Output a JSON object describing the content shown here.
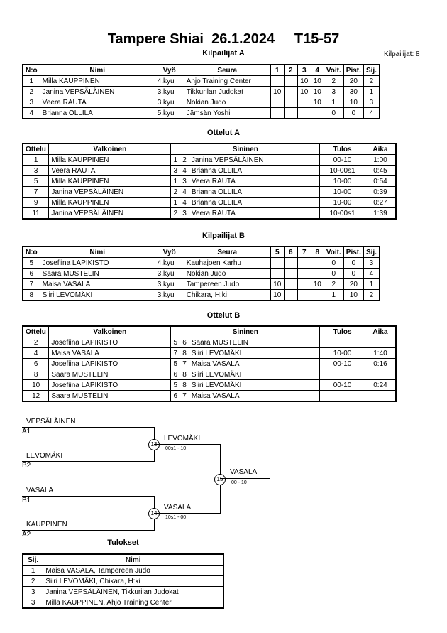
{
  "header": {
    "title": "Tampere Shiai  26.1.2024     T15-57",
    "participants_count": "Kilpailijat: 8"
  },
  "pool_a": {
    "title": "Kilpailijat A",
    "headers": [
      "N:o",
      "Nimi",
      "Vyö",
      "Seura",
      "1",
      "2",
      "3",
      "4",
      "Voit.",
      "Pist.",
      "Sij."
    ],
    "rows": [
      {
        "no": "1",
        "name": "Milla KAUPPINEN",
        "belt": "4.kyu",
        "club": "Ahjo Training Center",
        "s": [
          "",
          "",
          "10",
          "10"
        ],
        "wins": "2",
        "points": "20",
        "place": "2"
      },
      {
        "no": "2",
        "name": "Janina VEPSÄLÄINEN",
        "belt": "3.kyu",
        "club": "Tikkurilan Judokat",
        "s": [
          "10",
          "",
          "10",
          "10"
        ],
        "wins": "3",
        "points": "30",
        "place": "1"
      },
      {
        "no": "3",
        "name": "Veera RAUTA",
        "belt": "3.kyu",
        "club": "Nokian Judo",
        "s": [
          "",
          "",
          "",
          "10"
        ],
        "wins": "1",
        "points": "10",
        "place": "3"
      },
      {
        "no": "4",
        "name": "Brianna OLLILA",
        "belt": "5.kyu",
        "club": "Jämsän Yoshi",
        "s": [
          "",
          "",
          "",
          ""
        ],
        "wins": "0",
        "points": "0",
        "place": "4"
      }
    ]
  },
  "matches_a": {
    "title": "Ottelut A",
    "headers": [
      "Ottelu",
      "Valkoinen",
      "Sininen",
      "Tulos",
      "Aika"
    ],
    "rows": [
      {
        "match": "1",
        "white": "Milla KAUPPINEN",
        "wn": "1",
        "bn": "2",
        "blue": "Janina VEPSÄLÄINEN",
        "result": "00-10",
        "time": "1:00"
      },
      {
        "match": "3",
        "white": "Veera RAUTA",
        "wn": "3",
        "bn": "4",
        "blue": "Brianna OLLILA",
        "result": "10-00s1",
        "time": "0:45"
      },
      {
        "match": "5",
        "white": "Milla KAUPPINEN",
        "wn": "1",
        "bn": "3",
        "blue": "Veera RAUTA",
        "result": "10-00",
        "time": "0:54"
      },
      {
        "match": "7",
        "white": "Janina VEPSÄLÄINEN",
        "wn": "2",
        "bn": "4",
        "blue": "Brianna OLLILA",
        "result": "10-00",
        "time": "0:39"
      },
      {
        "match": "9",
        "white": "Milla KAUPPINEN",
        "wn": "1",
        "bn": "4",
        "blue": "Brianna OLLILA",
        "result": "10-00",
        "time": "0:27"
      },
      {
        "match": "11",
        "white": "Janina VEPSÄLÄINEN",
        "wn": "2",
        "bn": "3",
        "blue": "Veera RAUTA",
        "result": "10-00s1",
        "time": "1:39"
      }
    ]
  },
  "pool_b": {
    "title": "Kilpailijat B",
    "headers": [
      "N:o",
      "Nimi",
      "Vyö",
      "Seura",
      "5",
      "6",
      "7",
      "8",
      "Voit.",
      "Pist.",
      "Sij."
    ],
    "rows": [
      {
        "no": "5",
        "name": "Josefiina LAPIKISTO",
        "belt": "4.kyu",
        "club": "Kauhajoen Karhu",
        "s": [
          "",
          "",
          "",
          ""
        ],
        "wins": "0",
        "points": "0",
        "place": "3",
        "strike": false
      },
      {
        "no": "6",
        "name": "Saara MUSTELIN",
        "belt": "3.kyu",
        "club": "Nokian Judo",
        "s": [
          "",
          "",
          "",
          ""
        ],
        "wins": "0",
        "points": "0",
        "place": "4",
        "strike": true
      },
      {
        "no": "7",
        "name": "Maisa VASALA",
        "belt": "3.kyu",
        "club": "Tampereen Judo",
        "s": [
          "10",
          "",
          "",
          "10"
        ],
        "wins": "2",
        "points": "20",
        "place": "1",
        "strike": false
      },
      {
        "no": "8",
        "name": "Siiri LEVOMÄKI",
        "belt": "3.kyu",
        "club": "Chikara, H:ki",
        "s": [
          "10",
          "",
          "",
          ""
        ],
        "wins": "1",
        "points": "10",
        "place": "2",
        "strike": false
      }
    ]
  },
  "matches_b": {
    "title": "Ottelut B",
    "headers": [
      "Ottelu",
      "Valkoinen",
      "Sininen",
      "Tulos",
      "Aika"
    ],
    "rows": [
      {
        "match": "2",
        "white": "Josefiina LAPIKISTO",
        "wn": "5",
        "bn": "6",
        "blue": "Saara MUSTELIN",
        "result": "",
        "time": ""
      },
      {
        "match": "4",
        "white": "Maisa VASALA",
        "wn": "7",
        "bn": "8",
        "blue": "Siiri LEVOMÄKI",
        "result": "10-00",
        "time": "1:40"
      },
      {
        "match": "6",
        "white": "Josefiina LAPIKISTO",
        "wn": "5",
        "bn": "7",
        "blue": "Maisa VASALA",
        "result": "00-10",
        "time": "0:16"
      },
      {
        "match": "8",
        "white": "Saara MUSTELIN",
        "wn": "6",
        "bn": "8",
        "blue": "Siiri LEVOMÄKI",
        "result": "",
        "time": ""
      },
      {
        "match": "10",
        "white": "Josefiina LAPIKISTO",
        "wn": "5",
        "bn": "8",
        "blue": "Siiri LEVOMÄKI",
        "result": "00-10",
        "time": "0:24"
      },
      {
        "match": "12",
        "white": "Saara MUSTELIN",
        "wn": "6",
        "bn": "7",
        "blue": "Maisa VASALA",
        "result": "",
        "time": ""
      }
    ]
  },
  "bracket": {
    "sf1": {
      "top": "VEPSÄLÄINEN",
      "top_seed": "A1",
      "bottom": "LEVOMÄKI",
      "bottom_seed": "B2",
      "match": "13",
      "winner": "LEVOMÄKI",
      "score": "00s1 - 10"
    },
    "sf2": {
      "top": "VASALA",
      "top_seed": "B1",
      "bottom": "KAUPPINEN",
      "bottom_seed": "A2",
      "match": "14",
      "winner": "VASALA",
      "score": "10s1 - 00"
    },
    "final": {
      "match": "15",
      "winner": "VASALA",
      "score": "00 - 10"
    }
  },
  "results": {
    "title": "Tulokset",
    "headers": [
      "Sij.",
      "Nimi"
    ],
    "rows": [
      {
        "place": "1",
        "name": "Maisa VASALA, Tampereen Judo"
      },
      {
        "place": "2",
        "name": "Siiri LEVOMÄKI, Chikara, H:ki"
      },
      {
        "place": "3",
        "name": "Janina VEPSÄLÄINEN, Tikkurilan Judokat"
      },
      {
        "place": "3",
        "name": "Milla KAUPPINEN, Ahjo Training Center"
      }
    ]
  }
}
